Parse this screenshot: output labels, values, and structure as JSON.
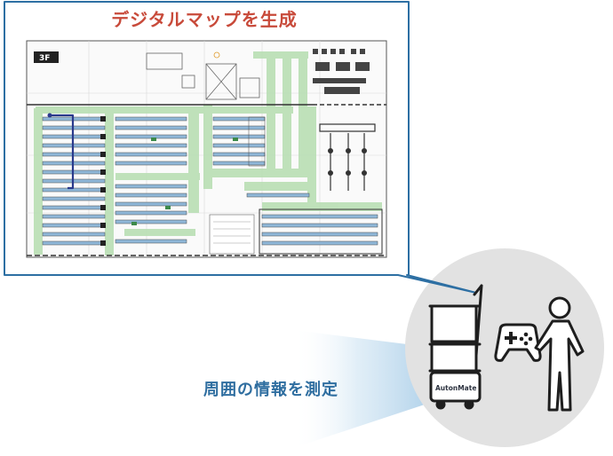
{
  "map_title": "デジタルマップを生成",
  "floor_label": "3F",
  "measure_caption": "周囲の情報を測定",
  "robot_brand": "AutonMate",
  "colors": {
    "title_red": "#c84a3a",
    "caption_blue": "#2f6ea0",
    "frame_blue": "#2d6fa3",
    "route_green": "#b9dfb4",
    "seat_blue": "#5b95c4",
    "path_navy": "#2a3a8c",
    "circle_gray": "#e2e2e2"
  },
  "icons": [
    "robot-icon",
    "gamepad-icon",
    "person-icon"
  ]
}
